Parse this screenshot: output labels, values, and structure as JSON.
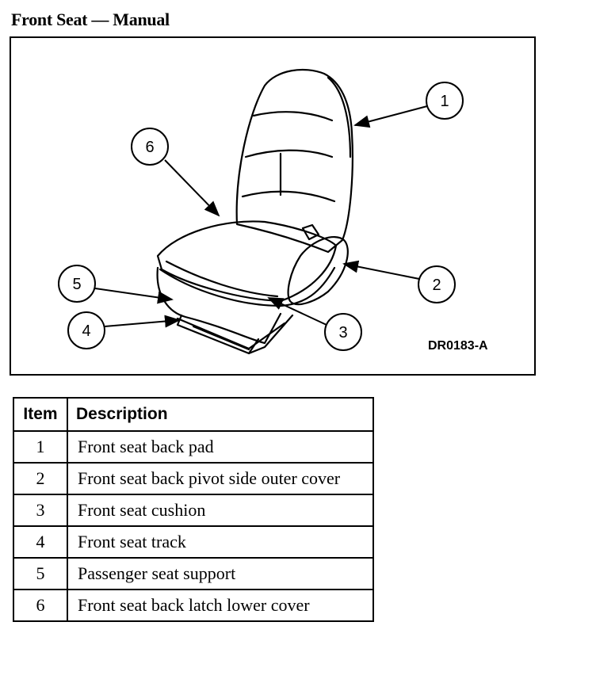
{
  "title": "Front Seat — Manual",
  "figure": {
    "code": "DR0183-A",
    "callouts": [
      "1",
      "2",
      "3",
      "4",
      "5",
      "6"
    ]
  },
  "table": {
    "headers": [
      "Item",
      "Description"
    ],
    "rows": [
      {
        "item": "1",
        "description": "Front seat back pad"
      },
      {
        "item": "2",
        "description": "Front seat back pivot side outer cover"
      },
      {
        "item": "3",
        "description": "Front seat cushion"
      },
      {
        "item": "4",
        "description": "Front seat track"
      },
      {
        "item": "5",
        "description": "Passenger seat support"
      },
      {
        "item": "6",
        "description": "Front seat back latch lower cover"
      }
    ]
  }
}
